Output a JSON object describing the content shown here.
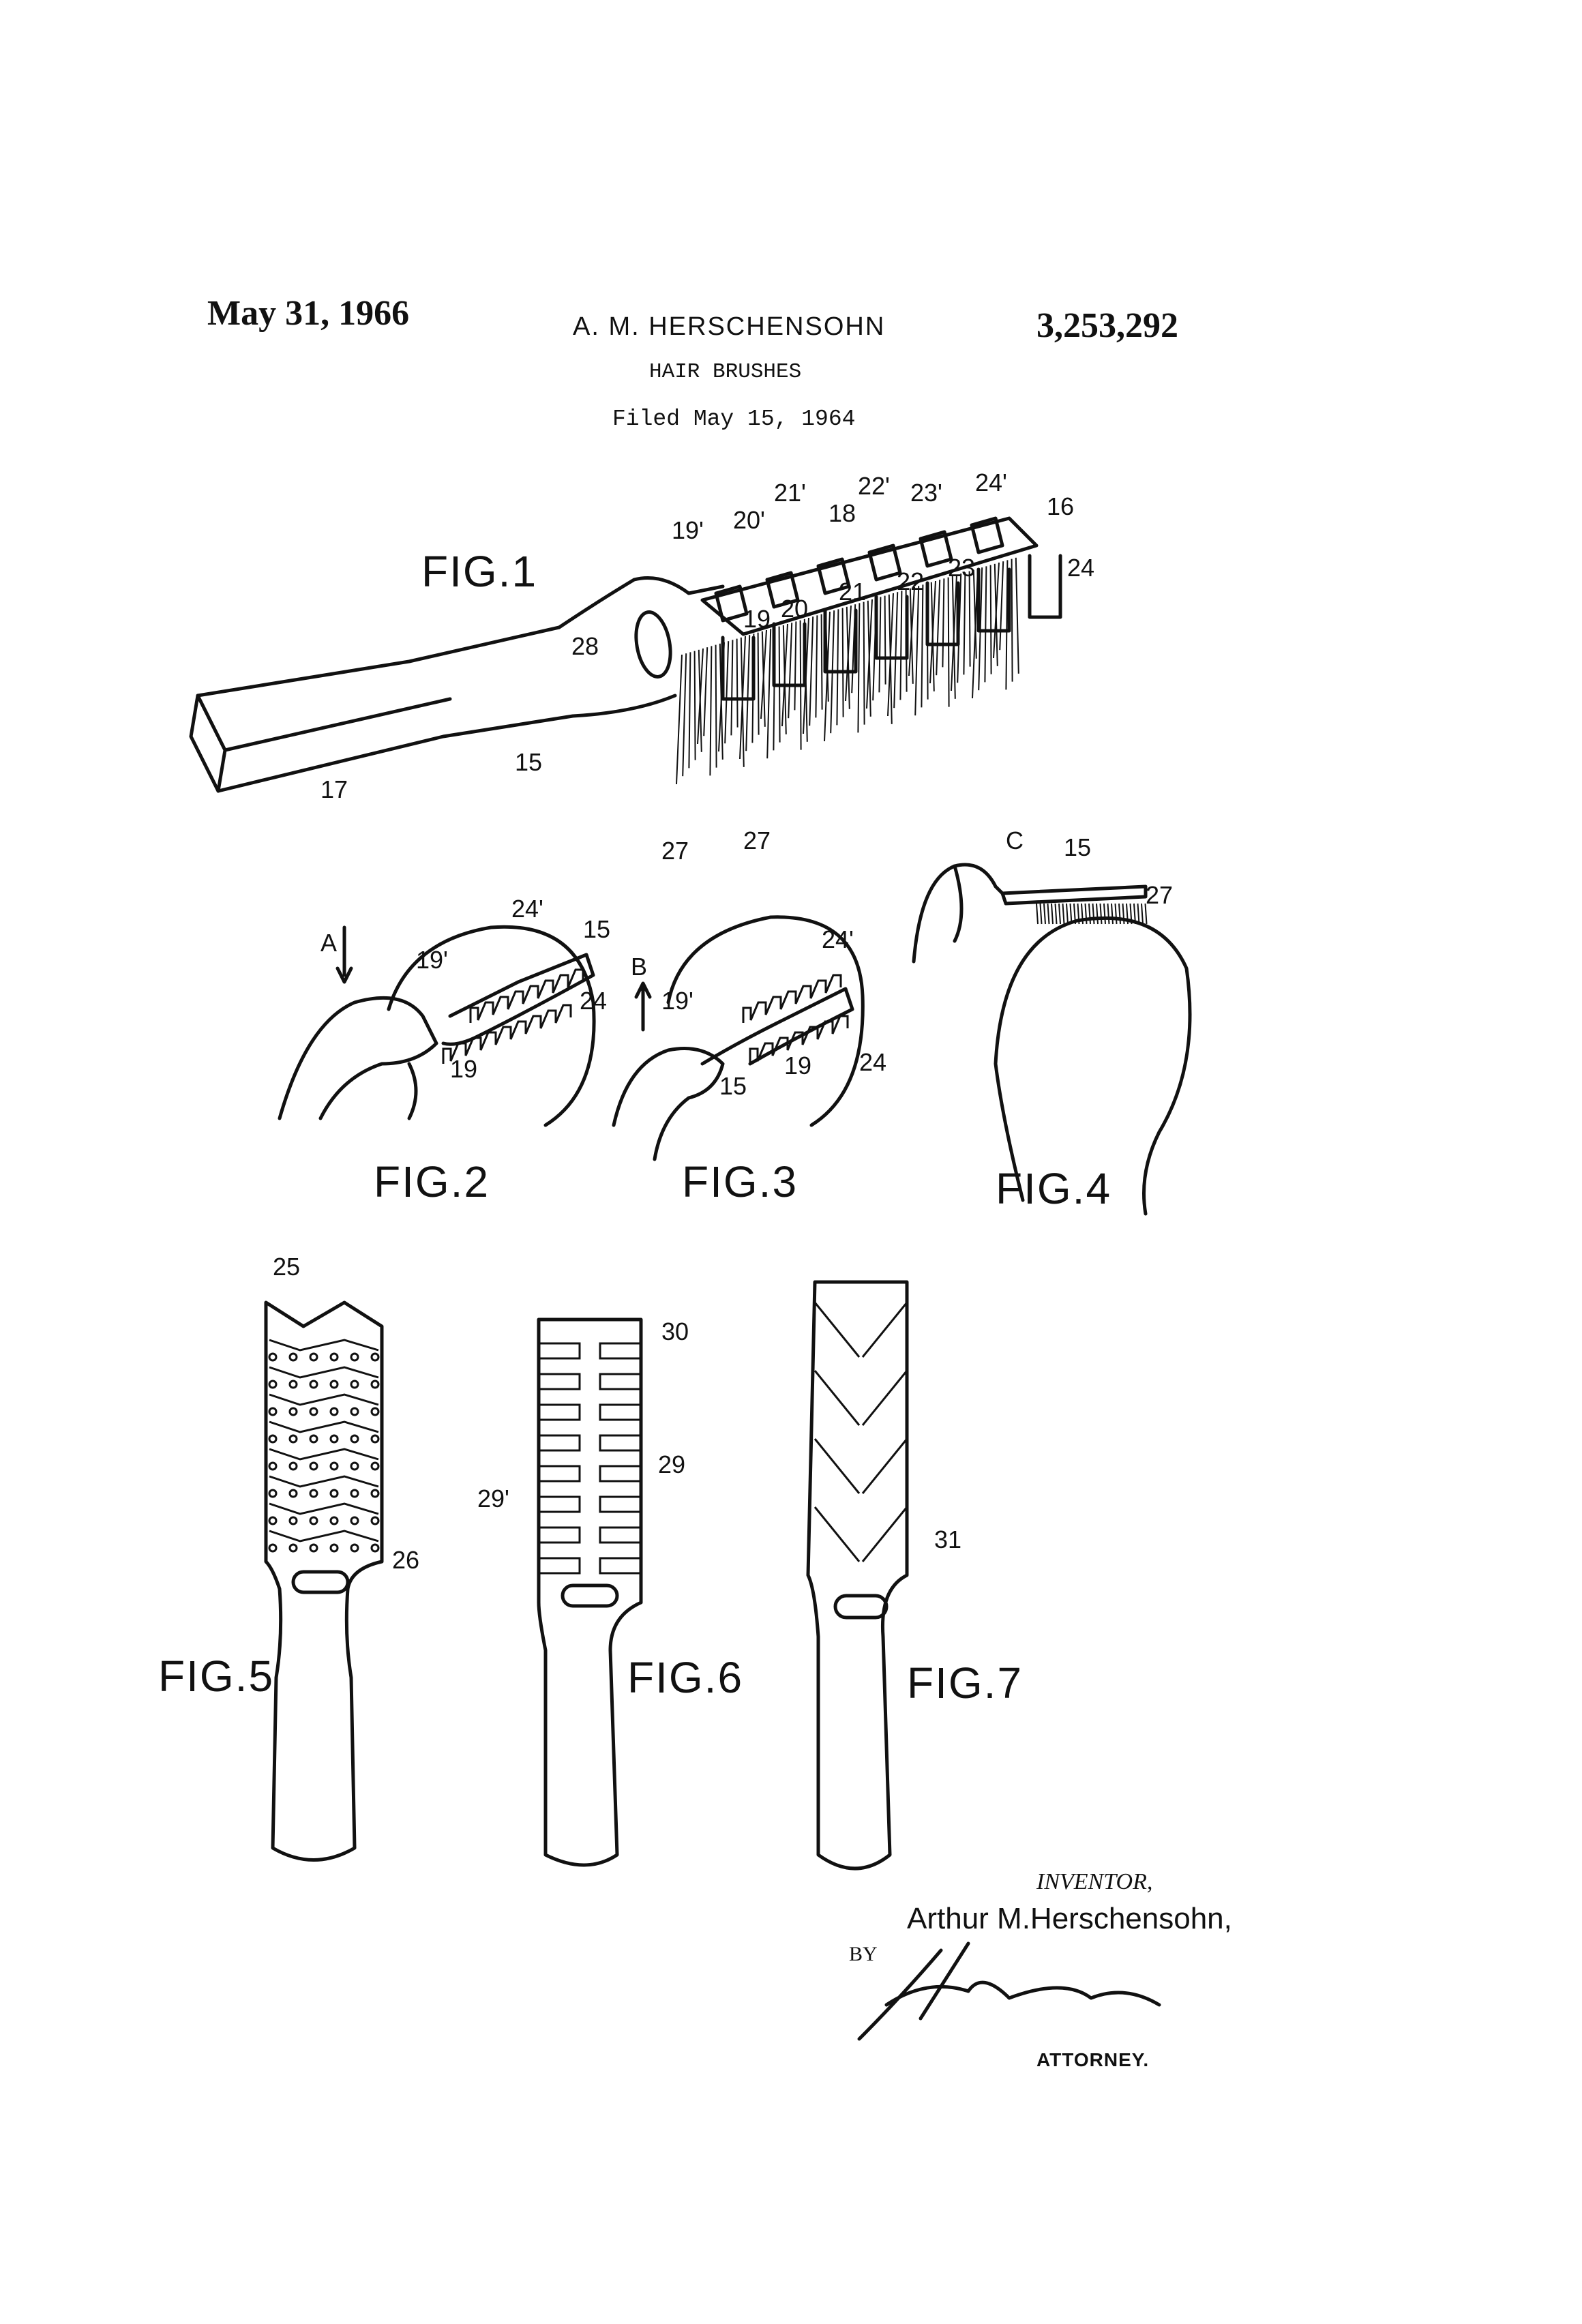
{
  "header": {
    "date": "May 31, 1966",
    "inventor_name": "A. M. HERSCHENSOHN",
    "patent_number": "3,253,292",
    "title": "HAIR BRUSHES",
    "filed": "Filed May 15, 1964"
  },
  "figures": {
    "fig1": "FIG.1",
    "fig2": "FIG.2",
    "fig3": "FIG.3",
    "fig4": "FIG.4",
    "fig5": "FIG.5",
    "fig6": "FIG.6",
    "fig7": "FIG.7"
  },
  "callouts": {
    "fig1": [
      "19'",
      "20'",
      "21'",
      "18",
      "22'",
      "23'",
      "24'",
      "16",
      "24",
      "23",
      "22",
      "21",
      "20",
      "19",
      "28",
      "15",
      "17",
      "27",
      "27"
    ],
    "fig2": [
      "A",
      "24'",
      "15",
      "19'",
      "24",
      "19"
    ],
    "fig3": [
      "B",
      "24'",
      "19'",
      "15",
      "19",
      "24"
    ],
    "fig4": [
      "C",
      "15",
      "27"
    ],
    "fig5": [
      "25",
      "26"
    ],
    "fig6": [
      "30",
      "29",
      "29'"
    ],
    "fig7": [
      "31"
    ]
  },
  "signature_block": {
    "inventor_label": "INVENTOR,",
    "inventor": "Arthur M.Herschensohn,",
    "by": "BY",
    "signature": "M. J. Weissenbaum",
    "attorney_label": "ATTORNEY."
  }
}
